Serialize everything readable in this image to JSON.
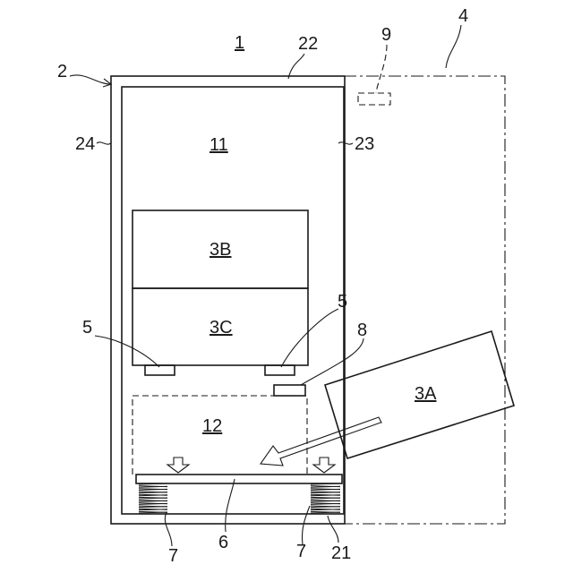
{
  "labels": {
    "device": "1",
    "housing": "2",
    "box_top": "3A",
    "box_mid": "3B",
    "box_low": "3C",
    "door": "4",
    "support": "5",
    "plate": "6",
    "spring": "7",
    "sensor": "8",
    "detector": "9",
    "upper_space": "11",
    "lower_space": "12",
    "bottom_wall": "21",
    "top_wall": "22",
    "right_wall": "23",
    "left_wall": "24"
  },
  "colors": {
    "ink": "#1a1a1a",
    "background": "#ffffff"
  }
}
